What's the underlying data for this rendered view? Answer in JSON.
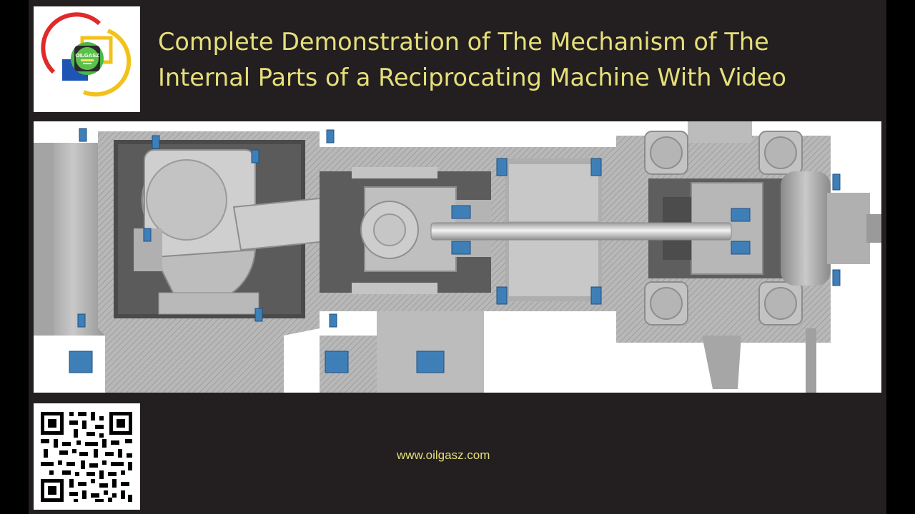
{
  "header": {
    "title_line1": "Complete Demonstration of The Mechanism of The",
    "title_line2": "Internal Parts of a Reciprocating Machine With Video"
  },
  "logo": {
    "brand_text": "OILGASZ"
  },
  "footer": {
    "website": "www.oilgasz.com"
  },
  "illustration": {
    "icon": "reciprocating-machine-cutaway"
  },
  "qr": {
    "icon": "qr-code-icon"
  },
  "colors": {
    "background": "#231f20",
    "outer": "#000000",
    "title_text": "#e6df7a",
    "url_text": "#e6df7a",
    "metal_light": "#c8c8c8",
    "metal_mid": "#a8a8a8",
    "metal_dark": "#7a7a7a",
    "bolt_blue": "#3f7fb8"
  }
}
